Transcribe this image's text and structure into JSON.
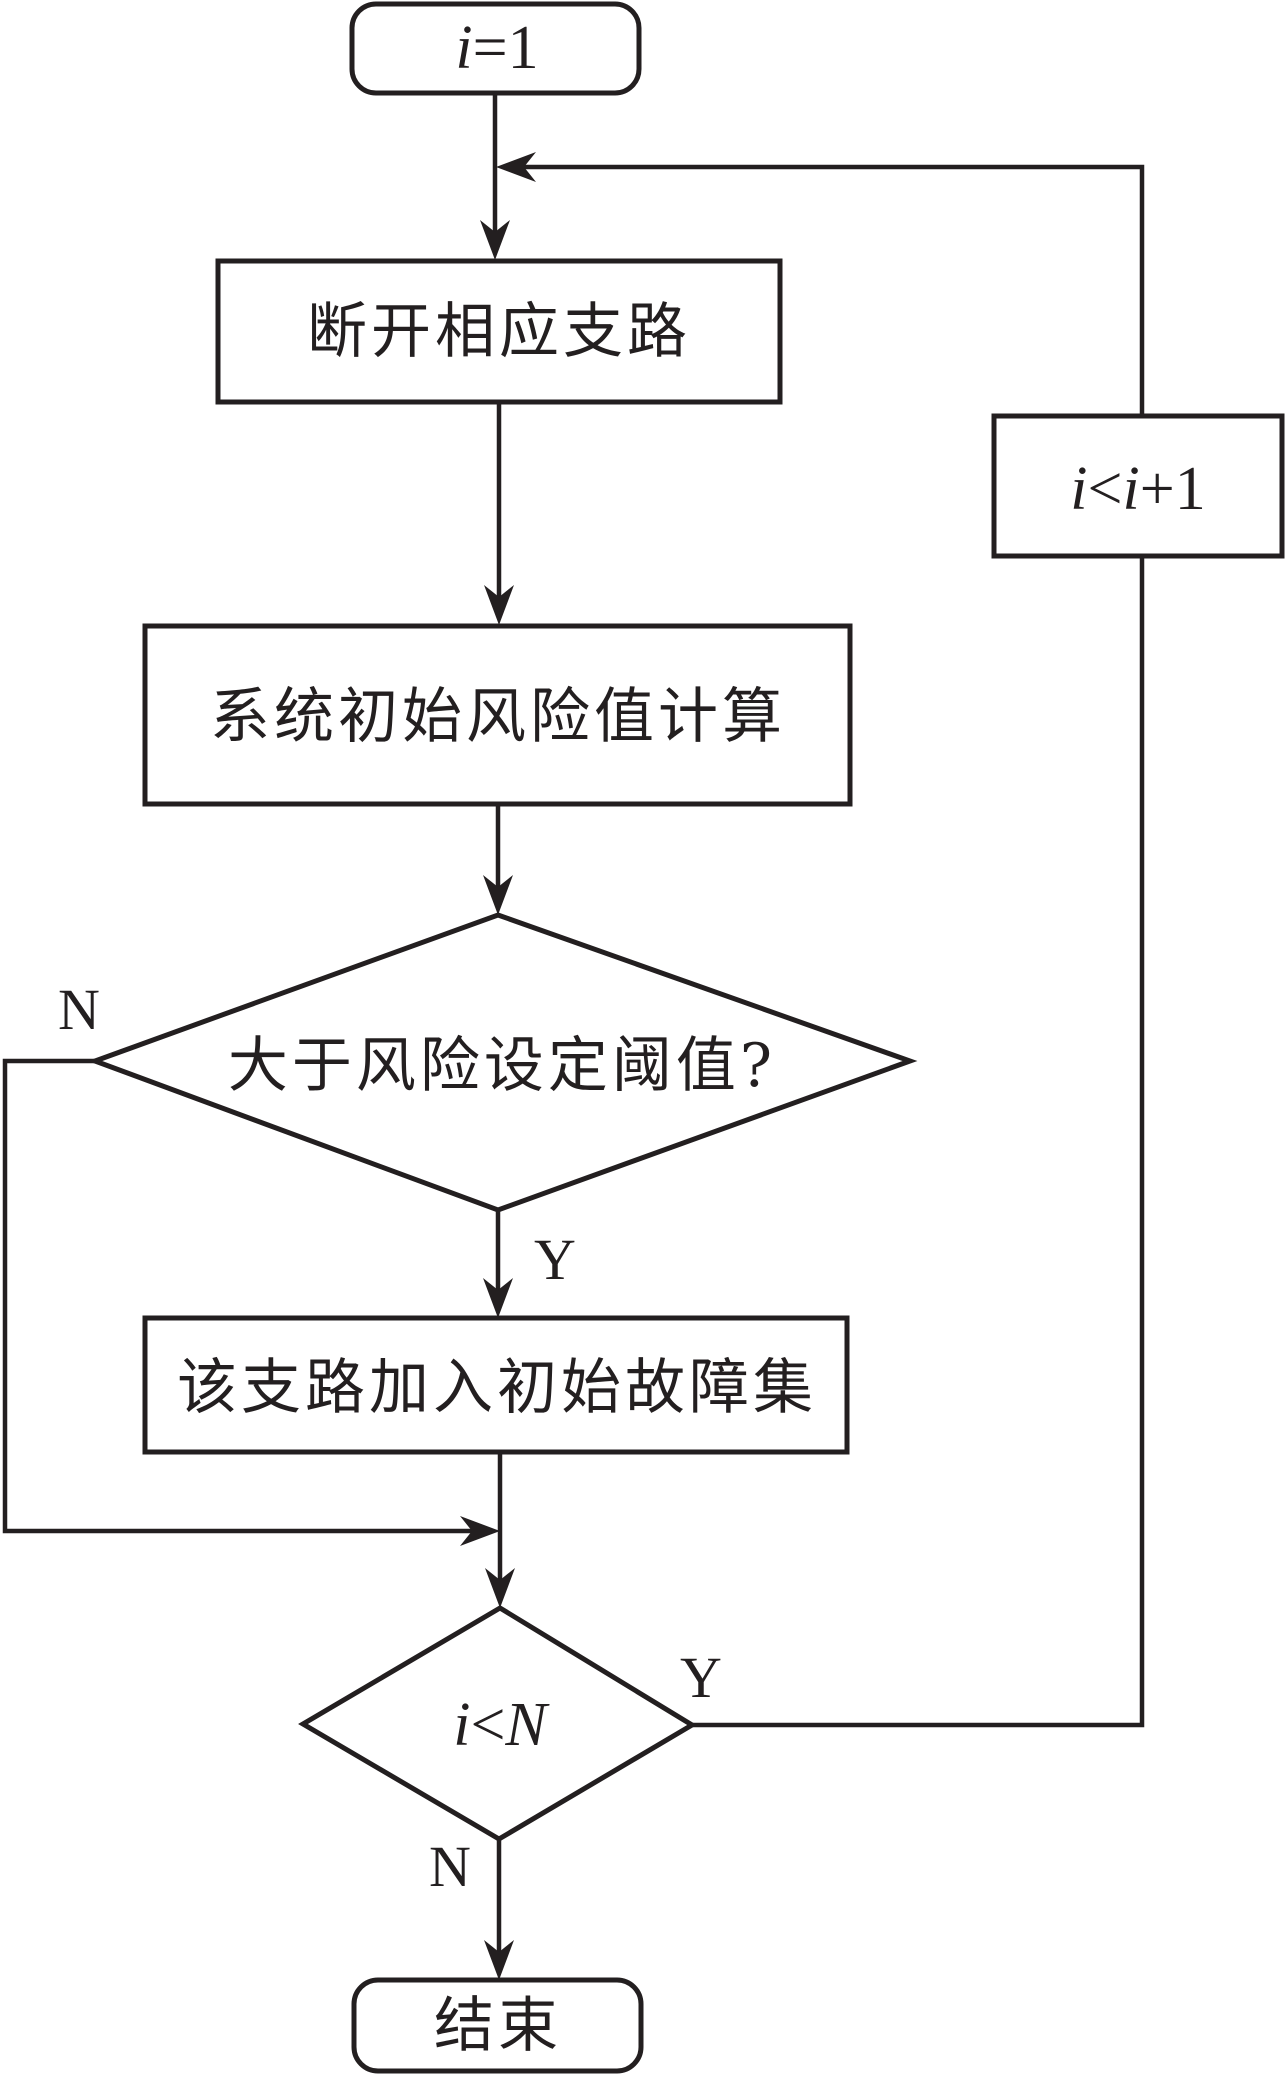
{
  "diagram": {
    "type": "flowchart",
    "nodes": {
      "start": {
        "kind": "terminal",
        "var": "i",
        "op": "=",
        "rest": "1"
      },
      "open_branch": {
        "kind": "process",
        "label": "断开相应支路"
      },
      "risk_calc": {
        "kind": "process",
        "label": "系统初始风险值计算"
      },
      "threshold_check": {
        "kind": "decision",
        "label": "大于风险设定阈值?"
      },
      "add_to_set": {
        "kind": "process",
        "label": "该支路加入初始故障集"
      },
      "loop_check": {
        "kind": "decision",
        "var": "i",
        "op": "<",
        "rest": "N"
      },
      "increment": {
        "kind": "process",
        "var": "i",
        "op": "<",
        "var2": "i",
        "rest": "+1"
      },
      "end": {
        "kind": "terminal",
        "label": "结束"
      }
    },
    "edge_labels": {
      "threshold_no": "N",
      "threshold_yes": "Y",
      "loop_yes": "Y",
      "loop_no": "N"
    },
    "edges": [
      {
        "from": "start",
        "to": "open_branch"
      },
      {
        "from": "open_branch",
        "to": "risk_calc"
      },
      {
        "from": "risk_calc",
        "to": "threshold_check"
      },
      {
        "from": "threshold_check",
        "to": "add_to_set",
        "label": "Y"
      },
      {
        "from": "threshold_check",
        "to": "loop_check",
        "label": "N"
      },
      {
        "from": "add_to_set",
        "to": "loop_check"
      },
      {
        "from": "loop_check",
        "to": "increment",
        "label": "Y"
      },
      {
        "from": "increment",
        "to": "open_branch"
      },
      {
        "from": "loop_check",
        "to": "end",
        "label": "N"
      }
    ]
  }
}
